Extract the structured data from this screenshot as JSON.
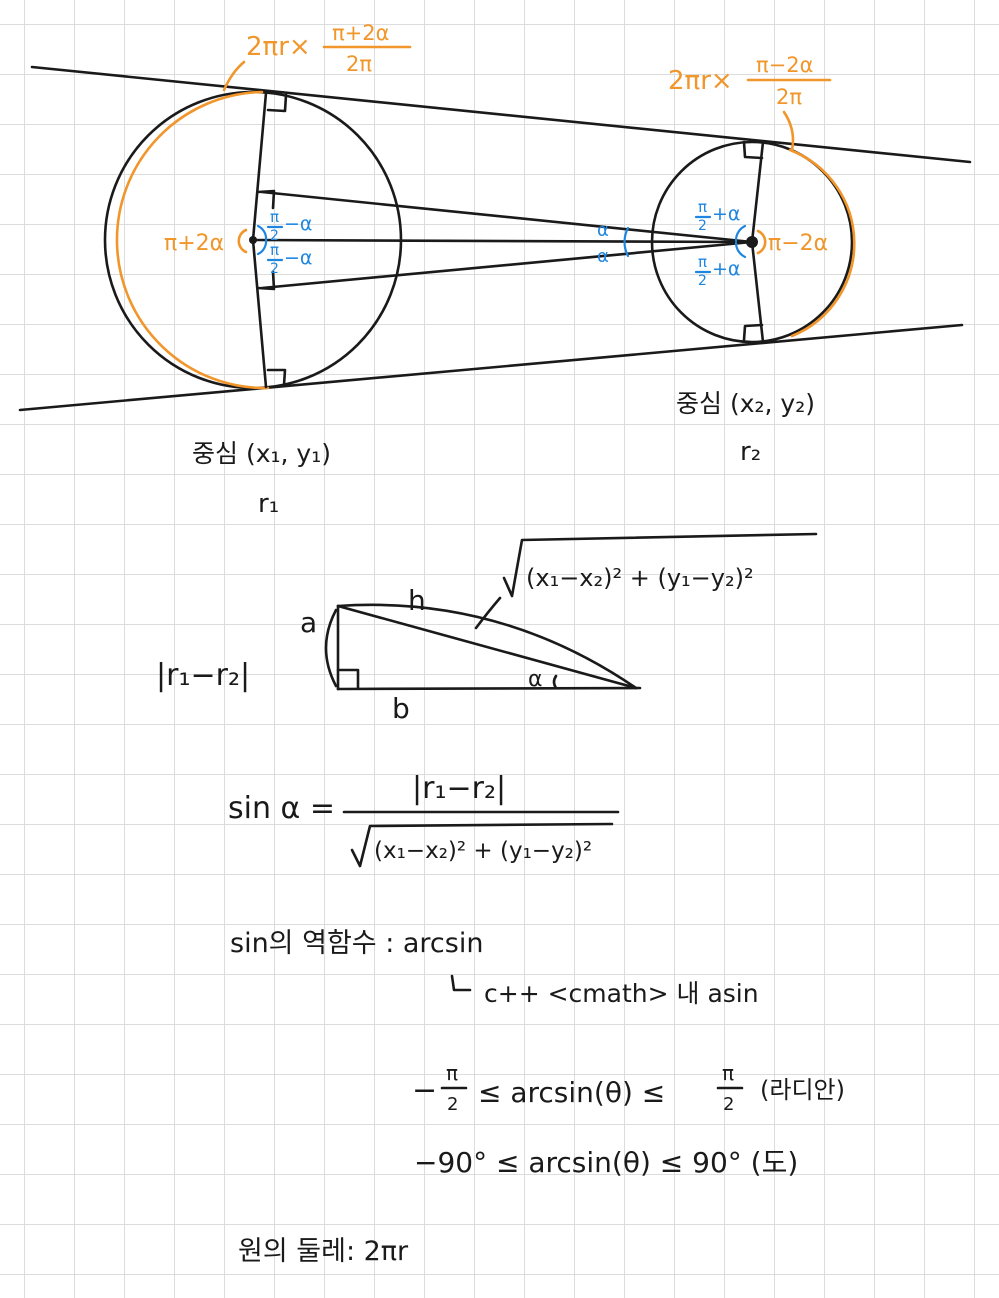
{
  "top_diagram": {
    "arc_left": {
      "base": "2πr×",
      "num": "π+2α",
      "den": "2π"
    },
    "arc_right": {
      "base": "2πr×",
      "num": "π−2α",
      "den": "2π"
    },
    "angle_left_center": "π+2α",
    "angle_right_center": "π−2α",
    "left_upper_angle": {
      "num": "π",
      "den": "2",
      "rest": "−α"
    },
    "left_lower_angle": {
      "num": "π",
      "den": "2",
      "rest": "−α"
    },
    "right_upper_angle": {
      "num": "π",
      "den": "2",
      "rest": "+α"
    },
    "right_lower_angle": {
      "num": "π",
      "den": "2",
      "rest": "+α"
    },
    "mid_alpha_top": "α",
    "mid_alpha_bottom": "α",
    "left_center_label": "중심 (x₁, y₁)",
    "left_radius_label": "r₁",
    "right_center_label": "중심 (x₂, y₂)",
    "right_radius_label": "r₂"
  },
  "triangle": {
    "side_a": "a",
    "side_h": "h",
    "side_b": "b",
    "angle": "α",
    "leg_label": "|r₁−r₂|",
    "hyp_expr": "(x₁−x₂)² + (y₁−y₂)²"
  },
  "equation": {
    "lhs": "sin α =",
    "numerator": "|r₁−r₂|",
    "denominator": "(x₁−x₂)² + (y₁−y₂)²"
  },
  "notes": {
    "inverse_line": "sin의 역함수 : arcsin",
    "cpp_line": "c++ <cmath> 내 asin",
    "range_rad_left": "−",
    "range_rad_mid": "≤ arcsin(θ) ≤",
    "range_rad_unit": "(라디안)",
    "range_deg": "−90° ≤ arcsin(θ) ≤ 90° (도)",
    "circumference": "원의 둘레: 2πr"
  },
  "colors": {
    "ink": "#1a1a1a",
    "orange": "#f0962a",
    "blue": "#1e86e0"
  }
}
